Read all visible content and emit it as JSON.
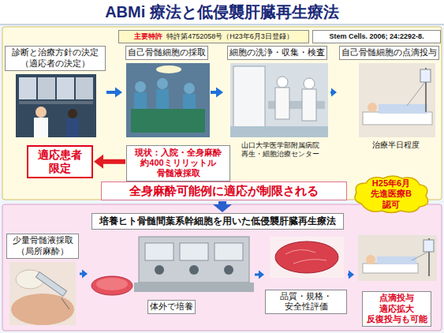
{
  "diagram": {
    "title": "ABMi 療法と低侵襲肝臓再生療法",
    "nodes": [
      {
        "text": [
          "主要特許",
          "特許第4752058号（H23年6月3日登録）"
        ]
      },
      {
        "text": [
          "Stem Cells. 2006; 24:2292-8."
        ]
      },
      {
        "text": [
          "診断と治療方針の決定 （適応者の決定）"
        ]
      },
      {
        "text": [
          "自己骨髄細胞の採取"
        ]
      },
      {
        "text": [
          "細胞の洗浄・収集・検査"
        ]
      },
      {
        "text": [
          "自己骨髄細胞の点滴投与"
        ]
      },
      {
        "text": [
          "適応患者 限定"
        ]
      },
      {
        "text": [
          "現状：入院・全身麻酔 約400ミリリットル 骨髄液採取"
        ]
      },
      {
        "text": [
          "全身麻酔可能例に適応が制限される"
        ]
      },
      {
        "text": [
          "H25年6月 先進医療B 認可"
        ]
      },
      {
        "text": [
          "培養ヒト骨髄間葉系幹細胞を用いた低侵襲肝臓再生療法"
        ]
      },
      {
        "text": [
          "少量骨髄液採取 （局所麻酔）"
        ]
      },
      {
        "text": [
          "体外で培養"
        ]
      },
      {
        "text": [
          "品質・規格・ 安全性評価"
        ]
      },
      {
        "text": [
          "点滴投与 適応拡大 反復投与も可能"
        ]
      }
    ],
    "edges": [
      {
        "from": 2,
        "to": 3,
        "arrow": "to"
      },
      {
        "from": 3,
        "to": 4,
        "arrow": "to"
      },
      {
        "from": 4,
        "to": 5,
        "arrow": "to"
      },
      {
        "from": 7,
        "to": 6,
        "arrow": "to"
      },
      {
        "from": 8,
        "to": 10,
        "arrow": "to"
      },
      {
        "from": 11,
        "to": 12,
        "arrow": "to"
      },
      {
        "from": 12,
        "to": 13,
        "arrow": "to"
      },
      {
        "from": 13,
        "to": 14,
        "arrow": "to"
      }
    ],
    "labels": [
      "山口大学医学部附属病院 再生・細胞治療センター",
      "治療半日程度"
    ]
  }
}
